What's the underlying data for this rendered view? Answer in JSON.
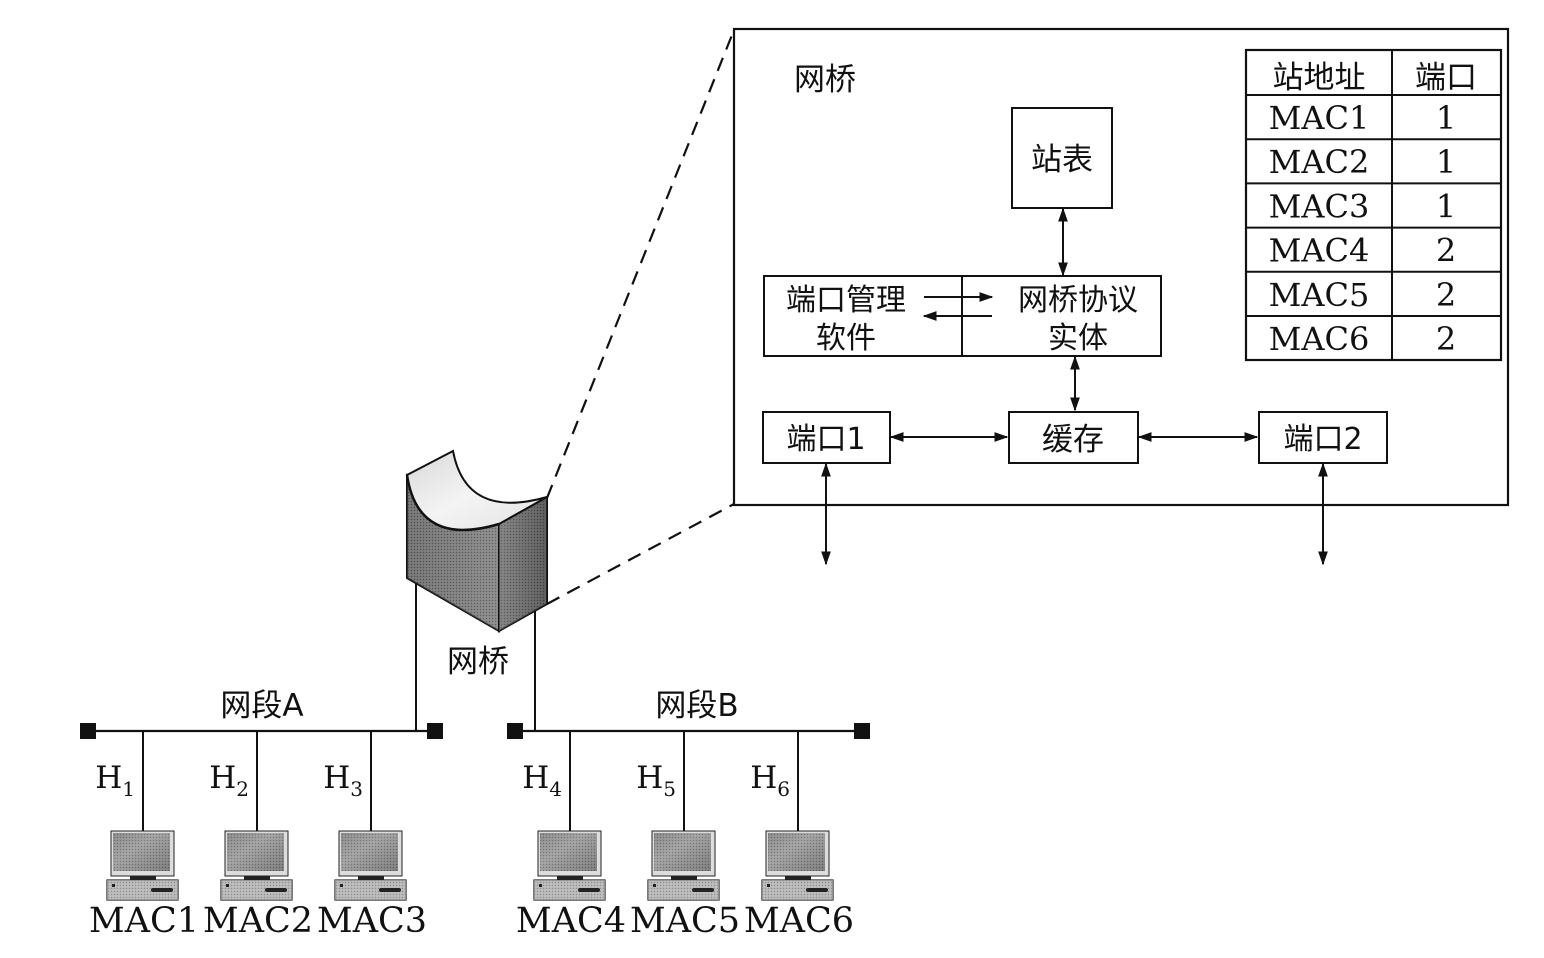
{
  "bridge_label": "网桥",
  "detail": {
    "title": "网桥",
    "station_table_box": "站表",
    "port_mgmt": [
      "端口管理",
      "软件"
    ],
    "protocol_entity": [
      "网桥协议",
      "实体"
    ],
    "buffer": "缓存",
    "port1": "端口1",
    "port2": "端口2"
  },
  "station_table": {
    "headers": [
      "站地址",
      "端口"
    ],
    "rows": [
      {
        "mac": "MAC1",
        "port": "1"
      },
      {
        "mac": "MAC2",
        "port": "1"
      },
      {
        "mac": "MAC3",
        "port": "1"
      },
      {
        "mac": "MAC4",
        "port": "2"
      },
      {
        "mac": "MAC5",
        "port": "2"
      },
      {
        "mac": "MAC6",
        "port": "2"
      }
    ]
  },
  "segments": [
    {
      "label": "网段A",
      "hosts": [
        {
          "name": "H",
          "sub": "1",
          "mac": "MAC1"
        },
        {
          "name": "H",
          "sub": "2",
          "mac": "MAC2"
        },
        {
          "name": "H",
          "sub": "3",
          "mac": "MAC3"
        }
      ]
    },
    {
      "label": "网段B",
      "hosts": [
        {
          "name": "H",
          "sub": "4",
          "mac": "MAC4"
        },
        {
          "name": "H",
          "sub": "5",
          "mac": "MAC5"
        },
        {
          "name": "H",
          "sub": "6",
          "mac": "MAC6"
        }
      ]
    }
  ]
}
